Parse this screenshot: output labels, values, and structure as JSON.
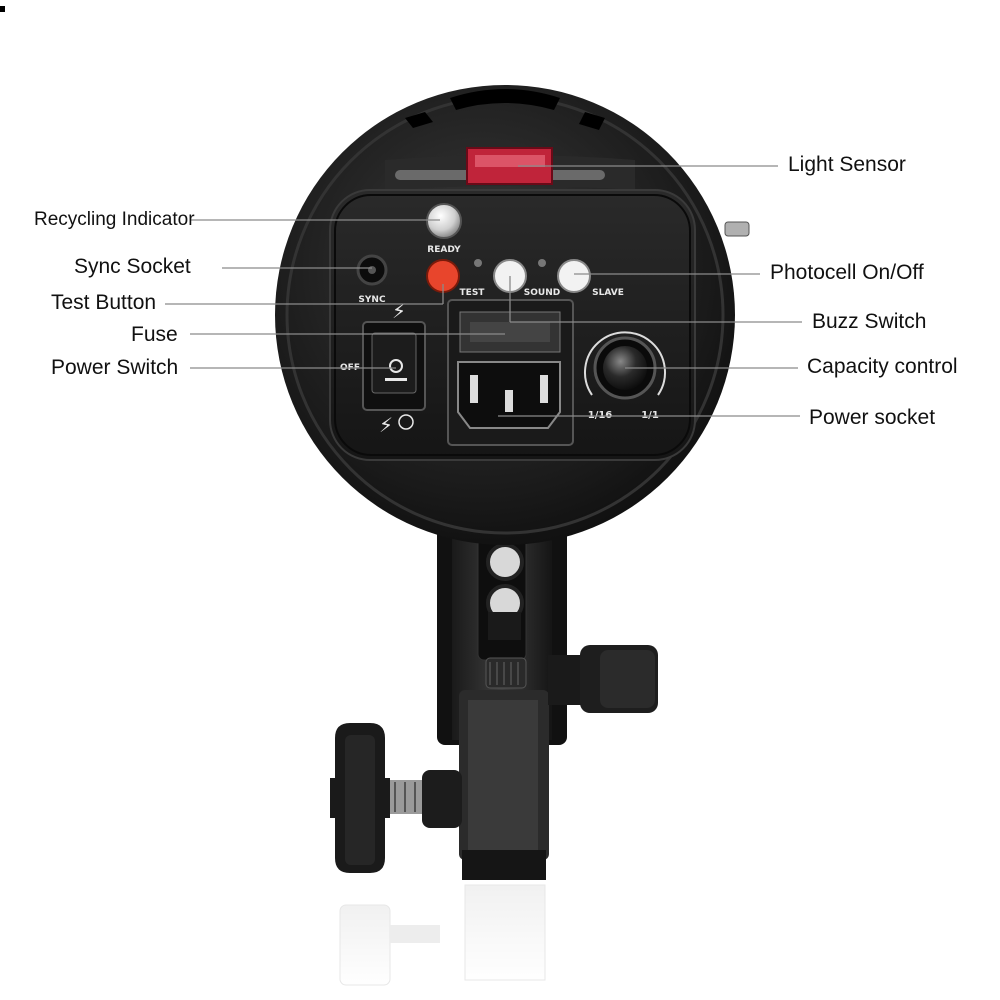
{
  "callouts": {
    "light_sensor": "Light Sensor",
    "recycling_indicator": "Recycling Indicator",
    "sync_socket": "Sync Socket",
    "test_button": "Test Button",
    "fuse": "Fuse",
    "power_switch": "Power Switch",
    "photocell": "Photocell On/Off",
    "buzz_switch": "Buzz Switch",
    "capacity_control": "Capacity control",
    "power_socket": "Power socket"
  },
  "panel_labels": {
    "ready": "READY",
    "test": "TEST",
    "sound": "SOUND",
    "slave": "SLAVE",
    "sync": "SYNC",
    "off": "OFF",
    "min_power": "1/16",
    "max_power": "1/1"
  },
  "colors": {
    "body": "#151515",
    "panel": "#1c1c1c",
    "test_button": "#e8452c",
    "light_sensor": "#c0243a",
    "leader_line": "#8a8a8a"
  }
}
